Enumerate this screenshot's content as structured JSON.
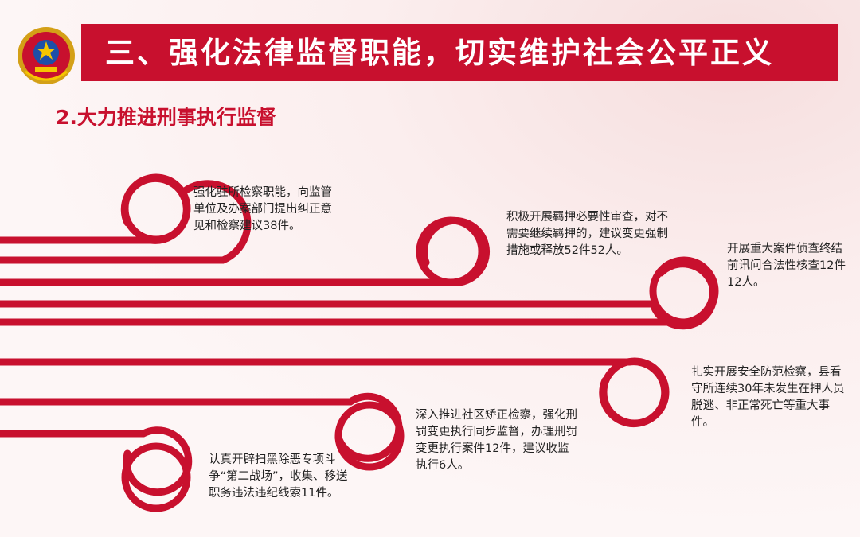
{
  "header": {
    "title": "三、强化法律监督职能，切实维护社会公平正义",
    "emblem_icon": "procuratorate-emblem-icon"
  },
  "section": {
    "subtitle": "2.大力推进刑事执行监督"
  },
  "items": [
    "强化驻所检察职能，向监管单位及办案部门提出纠正意见和检察建议38件。",
    "积极开展羁押必要性审查，对不需要继续羁押的，建议变更强制措施或释放52件52人。",
    "开展重大案件侦查终结前讯问合法性核查12件12人。",
    "扎实开展安全防范检察，县看守所连续30年未发生在押人员脱逃、非正常死亡等重大事件。",
    "深入推进社区矫正检察，强化刑罚变更执行同步监督，办理刑罚变更执行案件12件，建议收监执行6人。",
    "认真开辟扫黑除恶专项斗争“第二战场”，收集、移送职务违法违纪线索11件。"
  ],
  "colors": {
    "accent": "#c8102e",
    "text": "#222222",
    "background": "#fbeeee"
  }
}
